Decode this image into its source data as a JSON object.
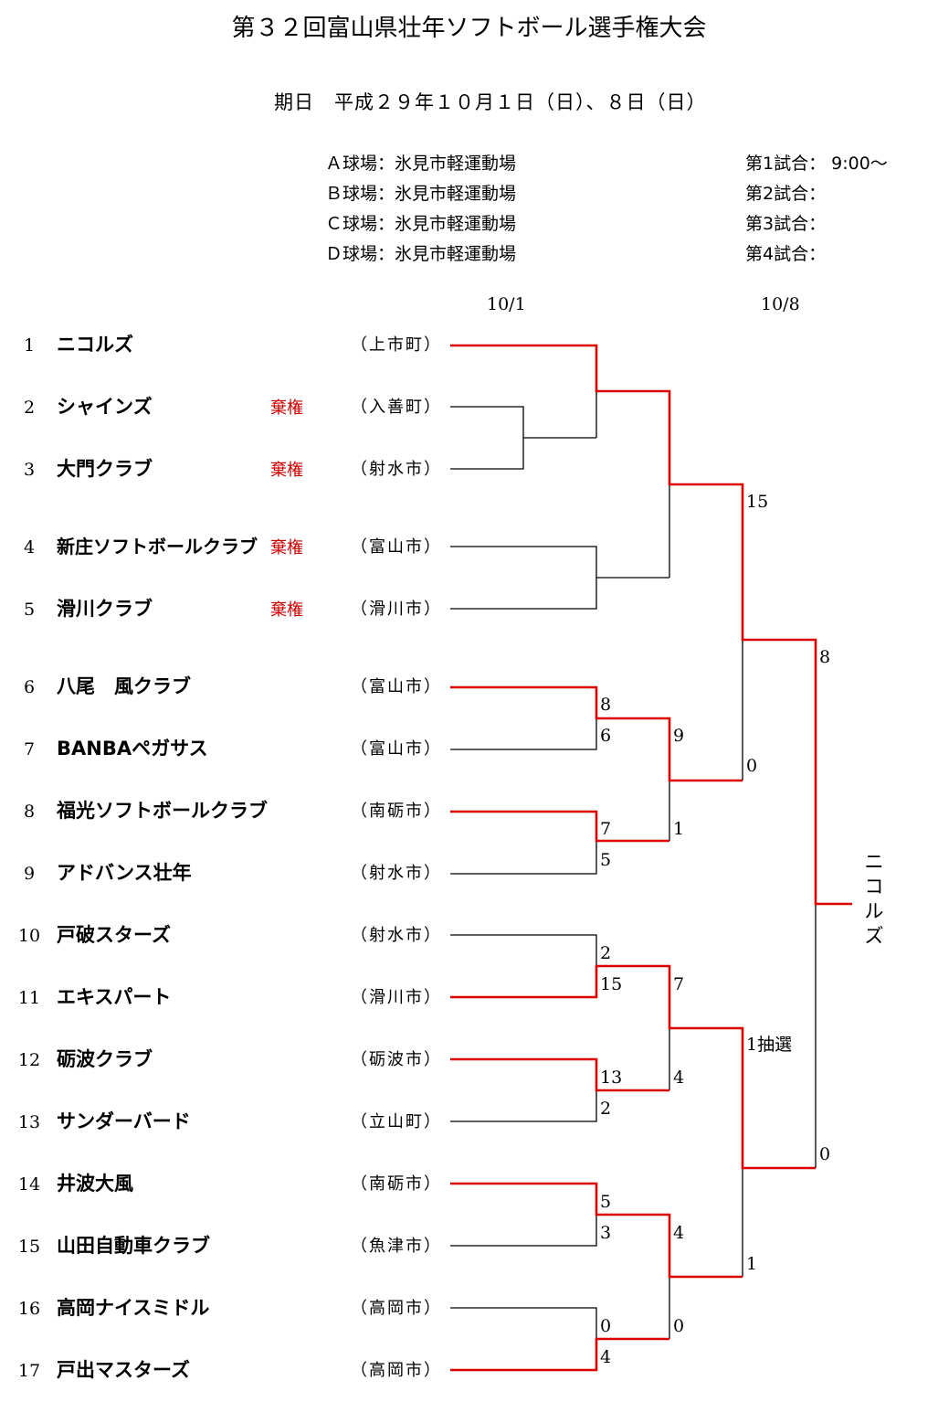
{
  "title": "第３２回富山県壮年ソフトボール選手権大会",
  "dateline": "期日　平成２９年１０月１日（日）、８日（日）",
  "venues": [
    "Ａ球場：氷見市軽運動場",
    "Ｂ球場：氷見市軽運動場",
    "Ｃ球場：氷見市軽運動場",
    "Ｄ球場：氷見市軽運動場"
  ],
  "game_times": [
    "第1試合：  9:00～",
    "第2試合：",
    "第3試合：",
    "第4試合："
  ],
  "rounds": [
    "10/1",
    "10/8"
  ],
  "teams": [
    {
      "seed": "1",
      "name": "ニコルズ",
      "city": "（上市町）",
      "forfeit": ""
    },
    {
      "seed": "2",
      "name": "シャインズ",
      "city": "（入善町）",
      "forfeit": "棄権"
    },
    {
      "seed": "3",
      "name": "大門クラブ",
      "city": "（射水市）",
      "forfeit": "棄権"
    },
    {
      "seed": "4",
      "name": "新庄ソフトボールクラブ",
      "city": "（富山市）",
      "forfeit": "棄権"
    },
    {
      "seed": "5",
      "name": "滑川クラブ",
      "city": "（滑川市）",
      "forfeit": "棄権"
    },
    {
      "seed": "6",
      "name": "八尾　風クラブ",
      "city": "（富山市）",
      "forfeit": ""
    },
    {
      "seed": "7",
      "name": "BANBAペガサス",
      "city": "（富山市）",
      "forfeit": ""
    },
    {
      "seed": "8",
      "name": "福光ソフトボールクラブ",
      "city": "（南砺市）",
      "forfeit": ""
    },
    {
      "seed": "9",
      "name": "アドバンス壮年",
      "city": "（射水市）",
      "forfeit": ""
    },
    {
      "seed": "10",
      "name": "戸破スターズ",
      "city": "（射水市）",
      "forfeit": ""
    },
    {
      "seed": "11",
      "name": "エキスパート",
      "city": "（滑川市）",
      "forfeit": ""
    },
    {
      "seed": "12",
      "name": "砺波クラブ",
      "city": "（砺波市）",
      "forfeit": ""
    },
    {
      "seed": "13",
      "name": "サンダーバード",
      "city": "（立山町）",
      "forfeit": ""
    },
    {
      "seed": "14",
      "name": "井波大風",
      "city": "（南砺市）",
      "forfeit": ""
    },
    {
      "seed": "15",
      "name": "山田自動車クラブ",
      "city": "（魚津市）",
      "forfeit": ""
    },
    {
      "seed": "16",
      "name": "高岡ナイスミドル",
      "city": "（高岡市）",
      "forfeit": ""
    },
    {
      "seed": "17",
      "name": "戸出マスターズ",
      "city": "（高岡市）",
      "forfeit": ""
    }
  ],
  "scores": {
    "r2_6v7": [
      "8",
      "6"
    ],
    "r2_8v9": [
      "7",
      "5"
    ],
    "r2_10v11": [
      "2",
      "15"
    ],
    "r2_12v13": [
      "13",
      "2"
    ],
    "r2_14v15": [
      "5",
      "3"
    ],
    "r2_16v17": [
      "0",
      "4"
    ],
    "r3_a": [
      "9",
      "1"
    ],
    "r3_b": [
      "7",
      "4"
    ],
    "r3_c": [
      "4",
      "0"
    ],
    "qf_top": [
      "15",
      "0"
    ],
    "qf_bottom": [
      "1抽選",
      "1"
    ],
    "final": [
      "8",
      "0"
    ]
  },
  "champion": "ニコルズ",
  "colors": {
    "winner_line": "#dd0000",
    "loser_line": "#000000",
    "forfeit_text": "#cc0000"
  }
}
